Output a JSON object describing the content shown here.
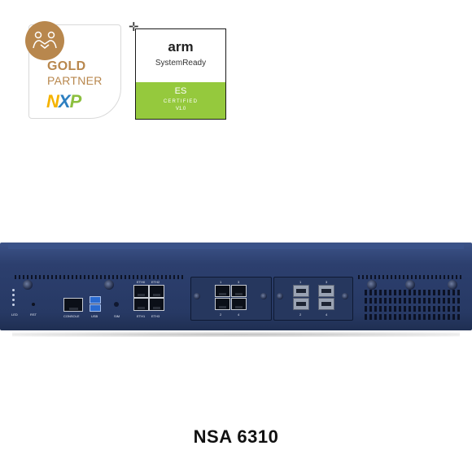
{
  "nxp_badge": {
    "line1": "GOLD",
    "line2": "PARTNER",
    "logo_n": "N",
    "logo_x": "X",
    "logo_p": "P",
    "accent_color": "#b8874d"
  },
  "arm_badge": {
    "brand": "arm",
    "program": "SystemReady",
    "band": "ES",
    "status": "CERTIFIED",
    "version": "V1.0",
    "band_color": "#95c93d"
  },
  "device": {
    "chassis_color": "#2c3f6e",
    "labels": {
      "led": "LED",
      "rst": "RST",
      "console": "CONSOLE",
      "usb": "USB",
      "sim": "SIM",
      "eth0": "ETH0",
      "eth2": "ETH2",
      "eth1": "ETH1",
      "eth3": "ETH3",
      "mod1_1": "1",
      "mod1_3": "3",
      "mod1_2": "2",
      "mod1_4": "4",
      "mod2_1": "1",
      "mod2_3": "3",
      "mod2_2": "2",
      "mod2_4": "4"
    }
  },
  "product": {
    "name": "NSA 6310"
  }
}
